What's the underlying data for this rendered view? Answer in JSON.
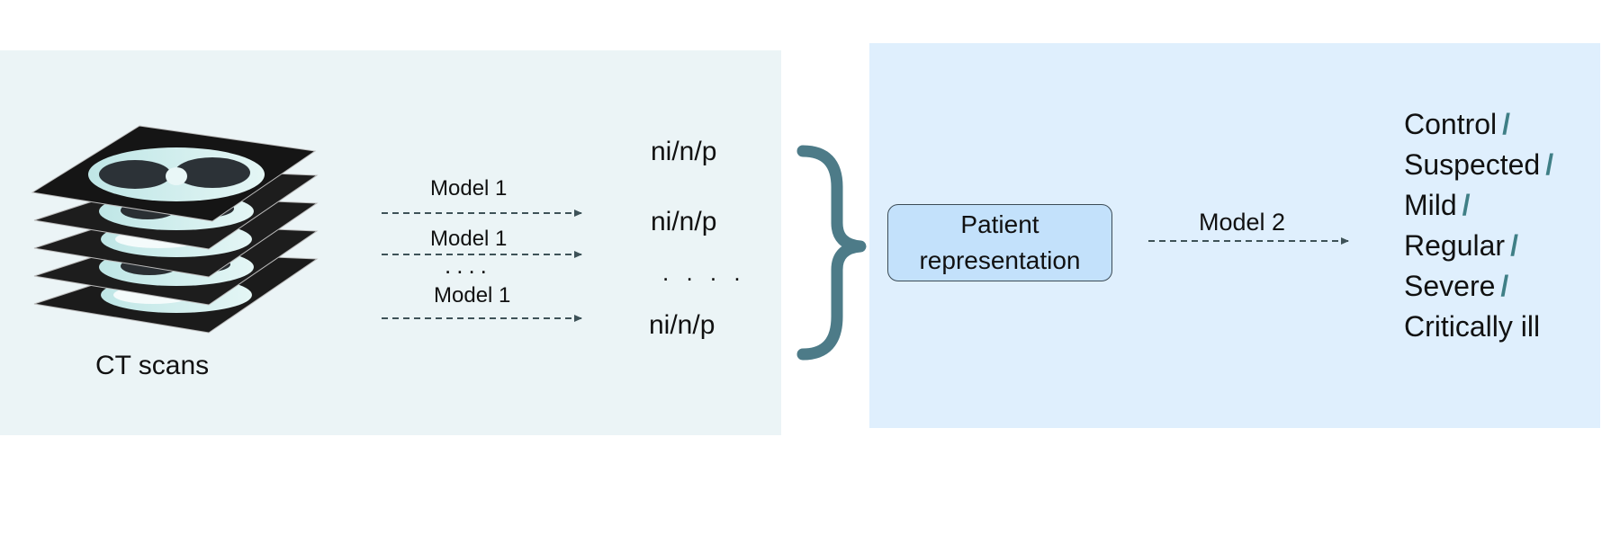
{
  "ct_label": "CT scans",
  "model1_labels": [
    "Model 1",
    "Model 1",
    "Model 1"
  ],
  "model1_ellipsis": "....",
  "outputs": [
    "ni/n/p",
    "ni/n/p",
    "ni/n/p"
  ],
  "outputs_ellipsis": ". . . .",
  "patient_box": {
    "line1": "Patient",
    "line2": "representation"
  },
  "model2_label": "Model 2",
  "classes": [
    "Control",
    "Suspected",
    "Mild",
    "Regular",
    "Severe",
    "Critically ill"
  ],
  "class_separator": "/",
  "colors": {
    "left_panel": "#ebf4f6",
    "right_panel": "#dfeffd",
    "brace": "#4d7b88",
    "arrow": "#3e5258",
    "patient_box_fill": "#c3e1fb",
    "slash": "#3f7f86"
  }
}
